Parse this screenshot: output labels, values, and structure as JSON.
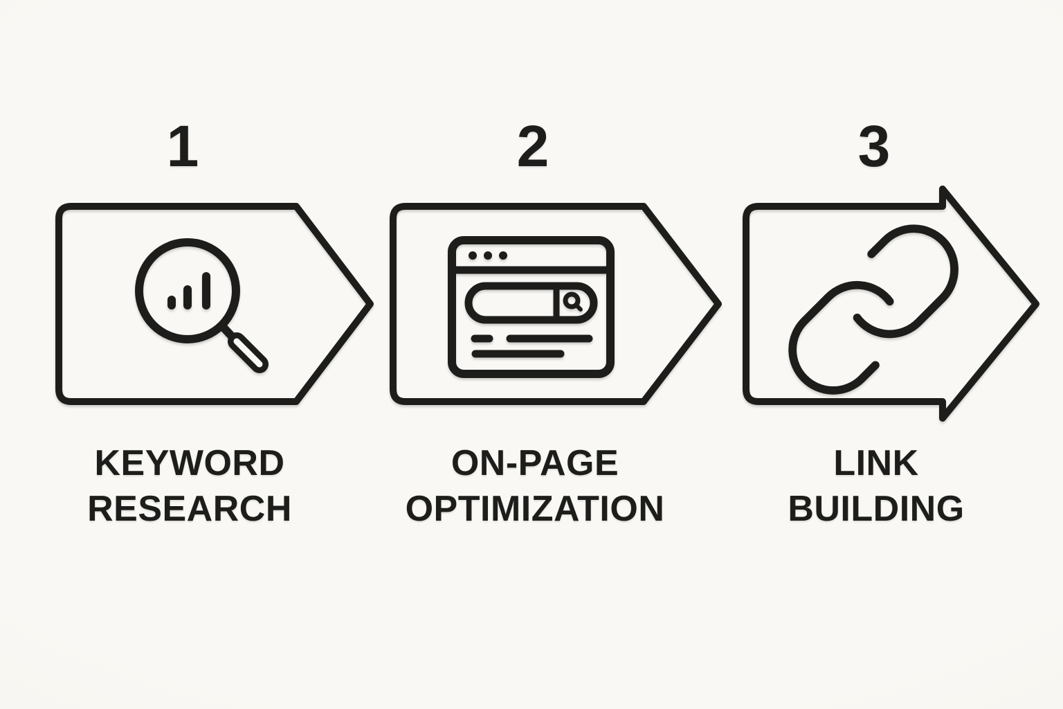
{
  "theme": {
    "bg": "#faf8f4",
    "bg-edge": "#f4f2ec",
    "ink": "#1d1e1c"
  },
  "steps": [
    {
      "number": "1",
      "label": "KEYWORD RESEARCH",
      "label_line1": "KEYWORD",
      "label_line2": "RESEARCH",
      "icon": "magnifier-bar-chart-icon",
      "shape": "chevron-arrow-right"
    },
    {
      "number": "2",
      "label": "ON-PAGE OPTIMIZATION",
      "label_line1": "ON-PAGE",
      "label_line2": "OPTIMIZATION",
      "icon": "browser-search-icon",
      "shape": "chevron-arrow-right"
    },
    {
      "number": "3",
      "label": "LINK BUILDING",
      "label_line1": "LINK",
      "label_line2": "BUILDING",
      "icon": "chain-link-icon",
      "shape": "barbed-arrow-right"
    }
  ]
}
